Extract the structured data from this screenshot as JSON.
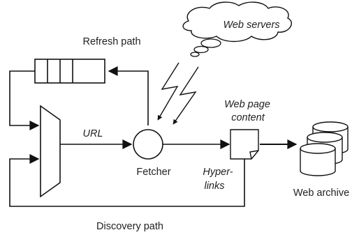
{
  "labels": {
    "web_servers": "Web servers",
    "refresh_path": "Refresh path",
    "url": "URL",
    "fetcher": "Fetcher",
    "web_page_content_line1": "Web page",
    "web_page_content_line2": "content",
    "hyperlinks_line1": "Hyper-",
    "hyperlinks_line2": "links",
    "web_archive": "Web archive",
    "discovery_path": "Discovery path"
  }
}
